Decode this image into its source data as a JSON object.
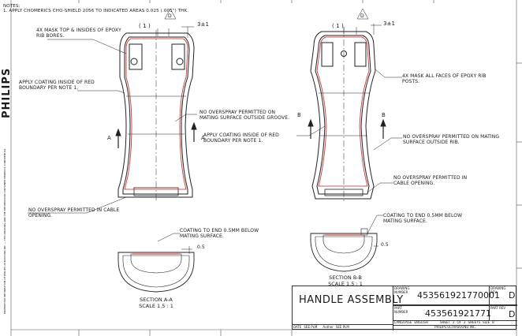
{
  "notes": {
    "header": "NOTES:",
    "note1": "1.    APPLY CHOMERICS CHO-SHIELD 2056 TO INDICATED AREAS 0.025 (.001\") THK."
  },
  "left_view": {
    "dim_ref": "( 1 )",
    "rev_flag": "D",
    "dim_tol": "3±1",
    "mask_note": "4X MASK TOP & INSIDES OF EPOXY RIB BORES.",
    "coat_note": "APPLY COATING INSIDE OF RED BOUNDARY PER NOTE 1.",
    "overspray_groove": "NO OVERSPRAY PERMITTED ON MATING SURFACE OUTSIDE GROOVE.",
    "section_mark": "A",
    "overspray_cable": "NO OVERSPRAY PERMITTED IN CABLE OPENING.",
    "coat_end": "COATING TO END 0.5MM BELOW MATING SURFACE.",
    "dim_05": "0.5",
    "section_title": "SECTION A-A",
    "scale": "SCALE 1.5 : 1"
  },
  "right_view": {
    "dim_ref": "( 1 )",
    "rev_flag": "D",
    "dim_tol": "3±1",
    "mask_note": "4X MASK ALL FACES OF EPOXY RIB POSTS.",
    "coat_note": "APPLY COATING INSIDE OF RED BOUNDARY PER NOTE 1.",
    "overspray_rib": "NO OVERSPRAY PERMITTED ON MATING SURFACE OUTSIDE RIB.",
    "section_mark": "B",
    "overspray_cable": "NO OVERSPRAY PERMITTED IN CABLE OPENING.",
    "coat_end": "COATING TO END 0.5MM BELOW MATING SURFACE.",
    "dim_05": "0.5",
    "section_title": "SECTION B-B",
    "scale": "SCALE 1.5 : 1"
  },
  "title_block": {
    "title": "HANDLE ASSEMBLY",
    "drawing_number_label": "DRAWING NUMBER",
    "drawing_number": "453561921770001",
    "drawing_rev_label": "DRAWING REV",
    "drawing_rev": "D",
    "part_number_label": "PART NUMBER",
    "part_number": "453561921771",
    "part_rev_label": "PART REV",
    "part_rev": "D",
    "language_label": "LANGUAGE",
    "language": "ENGLISH",
    "sheet_label": "SHEET",
    "sheet": "2",
    "of_label": "OF",
    "sheets_total": "2",
    "sheets_label": "SHEETS",
    "size_label": "SIZE",
    "size": "B",
    "date_label": "DATE",
    "date": "SEE PLM",
    "author_label": "Author",
    "author": "SEE PLM",
    "company": "PHILIPS ULTRASOUND INC."
  },
  "sidebar": {
    "logo": "PHILIPS",
    "legal": "PROPRIETARY INFORMATION OF PHILIPS ULTRASOUND INC. — THIS DRAWING AND THE INFORMATION CONTAINED HEREIN IS CONFIDENTIAL"
  }
}
